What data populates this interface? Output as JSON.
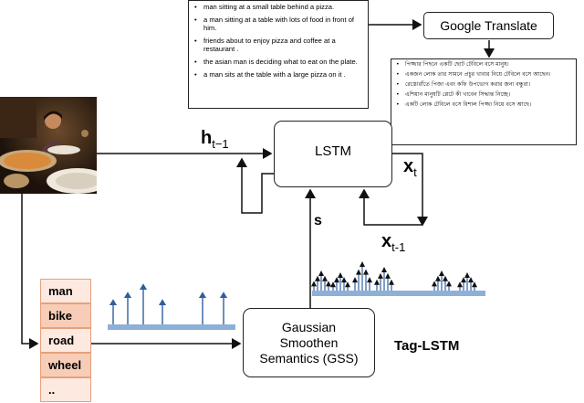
{
  "captions": [
    "man sitting at a small table behind a pizza.",
    "a man sitting at a table with lots of food in front of him.",
    "friends about to enjoy pizza and coffee at a restaurant .",
    "the asian man is deciding what to eat on the plate.",
    "a man sits at the table with a large pizza on it ."
  ],
  "translator_label": "Google Translate",
  "bengali_captions": [
    "পিজ্জার পিছনে একটি ছোট টেবিলে বসে মানুষ।",
    "একজন লোক তার সামনে প্রচুর খাবার নিয়ে টেবিলে বসে আছেন।",
    "রেস্তোরাঁতে পিজা এবং কফি উপভোগ করার জন্য বন্ধুরা।",
    "এশিয়ান মানুষটি প্লেটে কী খাবেন সিদ্ধান্ত নিচ্ছে।",
    "একটি লোক টেবিলে বসে বিশাল পিজ্জা নিয়ে বসে আছে।"
  ],
  "lstm_label": "LSTM",
  "h_label": {
    "main": "h",
    "sub": "t−1"
  },
  "xt_label": {
    "main": "x",
    "sub": "t"
  },
  "xt1_label": {
    "main": "x",
    "sub": "t-1"
  },
  "s_label": "s",
  "tags": [
    "man",
    "bike",
    "road",
    "wheel",
    ".."
  ],
  "gss_lines": [
    "Gaussian",
    "Smoothen",
    "Semantics (GSS)"
  ],
  "tag_lstm_label": "Tag-LSTM",
  "colors": {
    "tag_border": "#e6a17a",
    "tag_fill_light": "#fde9df",
    "tag_fill_dark": "#f7cdb8",
    "bar": "#8fb0d6",
    "spike": "#2f5f9f"
  }
}
